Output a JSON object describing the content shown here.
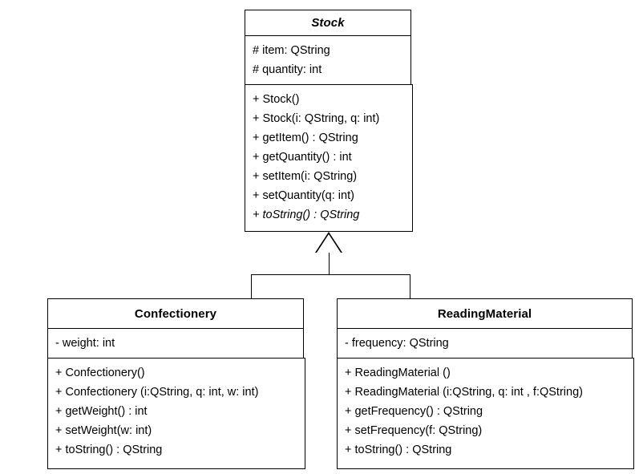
{
  "diagram": {
    "type": "uml-class-diagram",
    "title": "Stock class hierarchy",
    "background_color": "#ffffff",
    "line_color": "#000000",
    "text_color": "#000000"
  },
  "classes": [
    {
      "id": "stock",
      "name": "Stock",
      "is_abstract": true,
      "attributes": [
        "# item: QString",
        "# quantity: int"
      ],
      "operations": [
        {
          "text": "+ Stock()",
          "abstract": false
        },
        {
          "text": "+ Stock(i: QString, q: int)",
          "abstract": false
        },
        {
          "text": "+ getItem() : QString",
          "abstract": false
        },
        {
          "text": "+ getQuantity() : int",
          "abstract": false
        },
        {
          "text": "+ setItem(i: QString)",
          "abstract": false
        },
        {
          "text": "+ setQuantity(q: int)",
          "abstract": false
        },
        {
          "text": "+ toString() : QString",
          "abstract": true
        }
      ]
    },
    {
      "id": "confectionery",
      "name": "Confectionery",
      "is_abstract": false,
      "attributes": [
        "- weight: int"
      ],
      "operations": [
        {
          "text": "+ Confectionery()",
          "abstract": false
        },
        {
          "text": "+ Confectionery (i:QString, q: int, w: int)",
          "abstract": false
        },
        {
          "text": "+ getWeight() : int",
          "abstract": false
        },
        {
          "text": "+ setWeight(w: int)",
          "abstract": false
        },
        {
          "text": "+ toString() : QString",
          "abstract": false
        }
      ]
    },
    {
      "id": "readingmaterial",
      "name": "ReadingMaterial",
      "is_abstract": false,
      "attributes": [
        "- frequency: QString"
      ],
      "operations": [
        {
          "text": "+ ReadingMaterial ()",
          "abstract": false
        },
        {
          "text": "+ ReadingMaterial (i:QString, q: int , f:QString)",
          "abstract": false
        },
        {
          "text": "+ getFrequency() : QString",
          "abstract": false
        },
        {
          "text": "+ setFrequency(f: QString)",
          "abstract": false
        },
        {
          "text": "+ toString() : QString",
          "abstract": false
        }
      ]
    }
  ],
  "relationships": [
    {
      "type": "generalization",
      "from": "confectionery",
      "to": "stock"
    },
    {
      "type": "generalization",
      "from": "readingmaterial",
      "to": "stock"
    }
  ]
}
